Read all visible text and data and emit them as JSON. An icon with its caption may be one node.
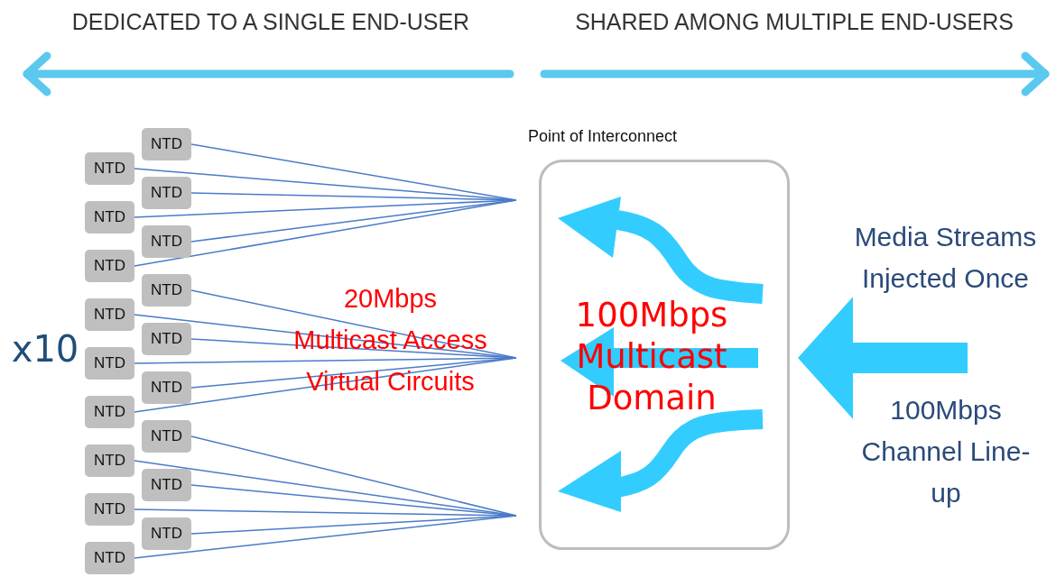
{
  "diagram": {
    "nodes": [
      {
        "text": [
          "Point of Interconnect",
          "100Mbps Multicast Domain"
        ]
      },
      {
        "text": [
          "NTD"
        ]
      },
      {
        "text": [
          "NTD"
        ]
      },
      {
        "text": [
          "NTD"
        ]
      },
      {
        "text": [
          "NTD"
        ]
      },
      {
        "text": [
          "NTD"
        ]
      },
      {
        "text": [
          "NTD"
        ]
      },
      {
        "text": [
          "NTD"
        ]
      },
      {
        "text": [
          "NTD"
        ]
      },
      {
        "text": [
          "NTD"
        ]
      },
      {
        "text": [
          "NTD"
        ]
      },
      {
        "text": [
          "NTD"
        ]
      },
      {
        "text": [
          "NTD"
        ]
      },
      {
        "text": [
          "NTD"
        ]
      },
      {
        "text": [
          "NTD"
        ]
      },
      {
        "text": [
          "NTD"
        ]
      },
      {
        "text": [
          "NTD"
        ]
      },
      {
        "text": [
          "NTD"
        ]
      },
      {
        "text": [
          "NTD"
        ]
      }
    ],
    "edges": [
      {
        "from": 1,
        "to": 0,
        "arrow": "none"
      },
      {
        "from": 2,
        "to": 0,
        "arrow": "none"
      },
      {
        "from": 3,
        "to": 0,
        "arrow": "none"
      },
      {
        "from": 4,
        "to": 0,
        "arrow": "none"
      },
      {
        "from": 5,
        "to": 0,
        "arrow": "none"
      },
      {
        "from": 6,
        "to": 0,
        "arrow": "none"
      },
      {
        "from": 7,
        "to": 0,
        "arrow": "none"
      },
      {
        "from": 8,
        "to": 0,
        "arrow": "none"
      },
      {
        "from": 9,
        "to": 0,
        "arrow": "none"
      },
      {
        "from": 10,
        "to": 0,
        "arrow": "none"
      },
      {
        "from": 11,
        "to": 0,
        "arrow": "none"
      },
      {
        "from": 12,
        "to": 0,
        "arrow": "none"
      },
      {
        "from": 13,
        "to": 0,
        "arrow": "none"
      },
      {
        "from": 14,
        "to": 0,
        "arrow": "none"
      },
      {
        "from": 15,
        "to": 0,
        "arrow": "none"
      },
      {
        "from": 16,
        "to": 0,
        "arrow": "none"
      },
      {
        "from": 17,
        "to": 0,
        "arrow": "none"
      },
      {
        "from": 18,
        "to": 0,
        "arrow": "none"
      },
      {
        "from": null,
        "to": 0,
        "arrow": "to",
        "style": "thick",
        "color": "#33ccff"
      }
    ],
    "labels": [
      "DEDICATED TO A SINGLE END-USER",
      "SHARED AMONG MULTIPLE END-USERS",
      "x10",
      "20Mbps Multicast Access Virtual Circuits",
      "Media Streams Injected Once",
      "100Mbps Channel Line-up"
    ]
  }
}
